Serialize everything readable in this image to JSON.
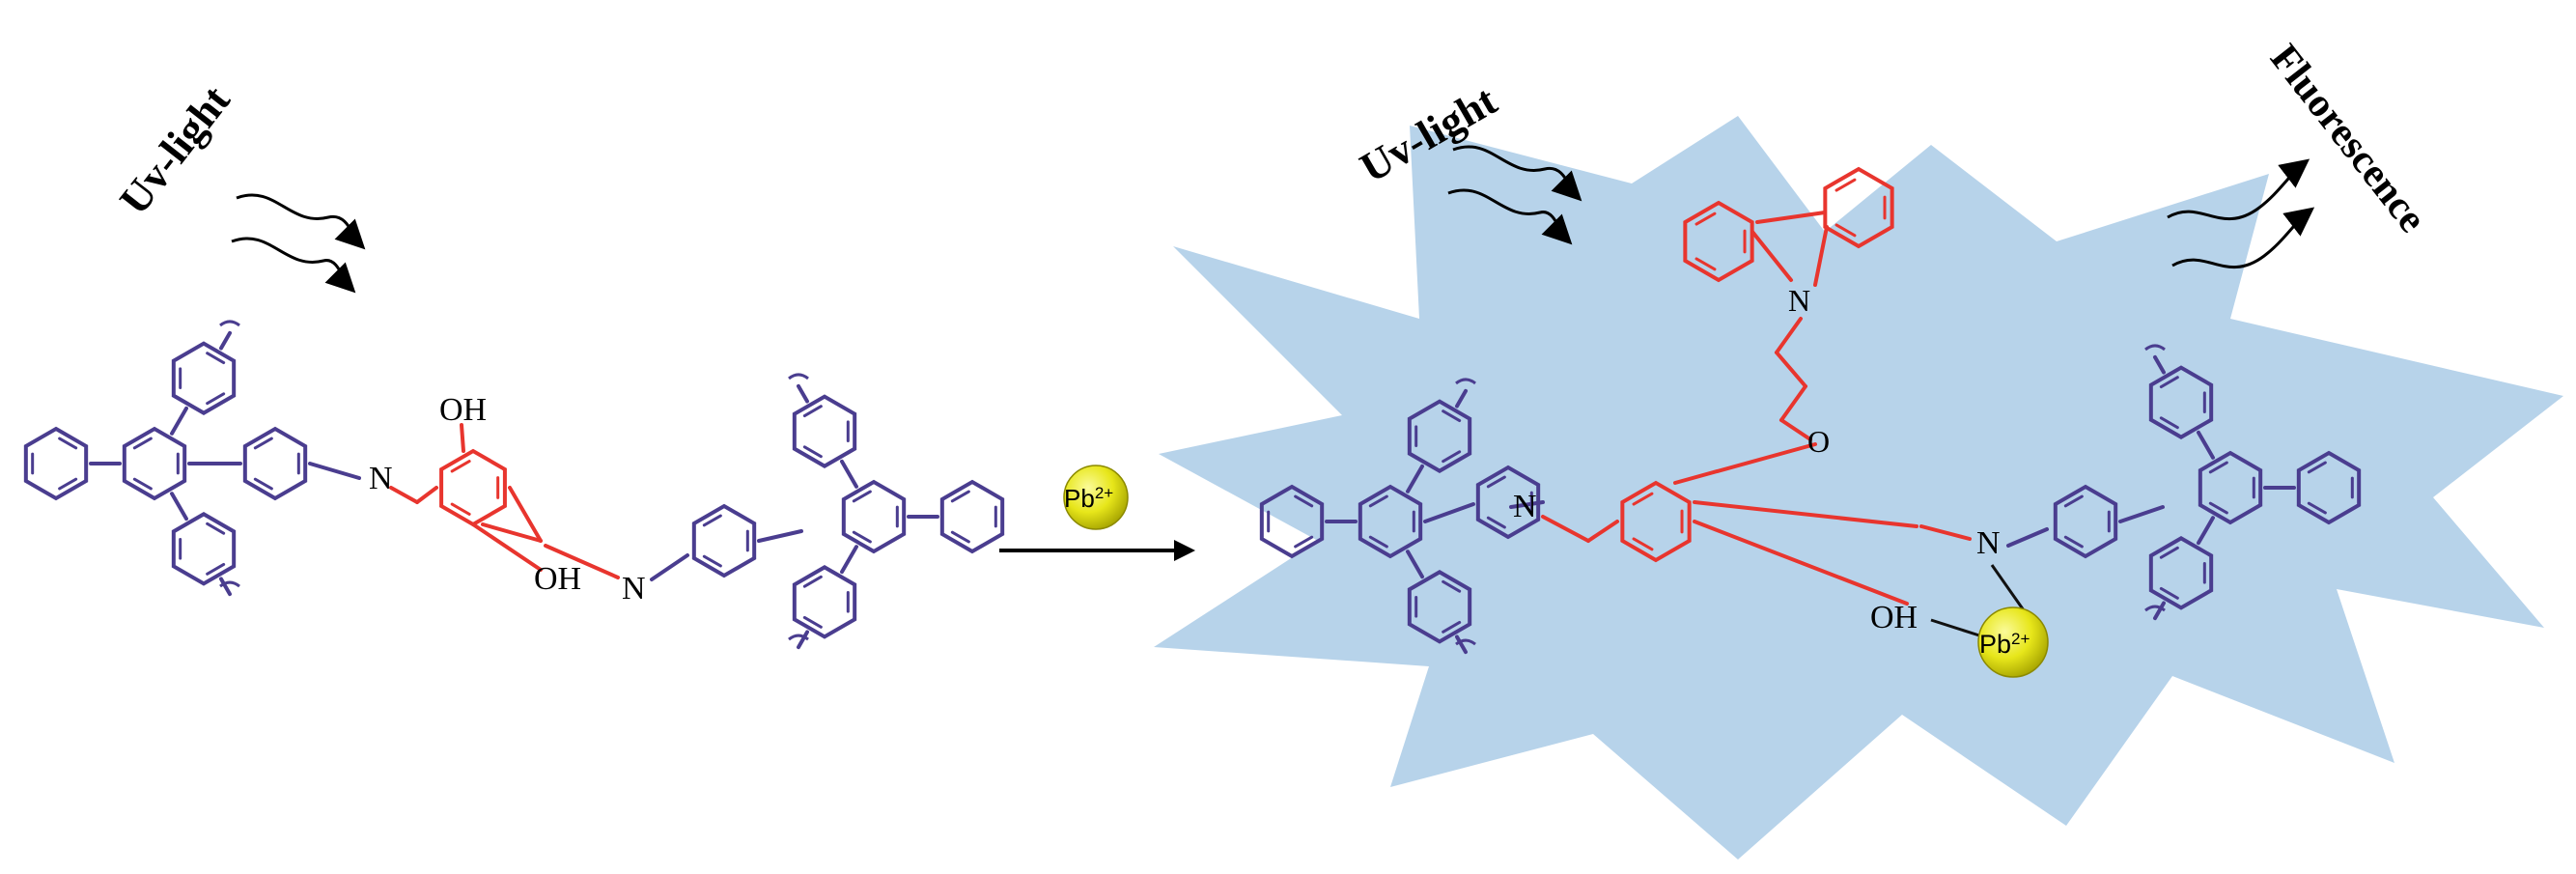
{
  "colors": {
    "framework": "#4a3d8f",
    "linker": "#e8352e",
    "burst": "#b7d3ea",
    "ion_fill": "#e7e61a",
    "arrow": "#000000"
  },
  "left_panel": {
    "uv_label": "Uv-light",
    "atoms": {
      "n1": "N",
      "n2": "N",
      "oh1": "OH",
      "oh2": "OH"
    }
  },
  "reaction_arrow": {
    "reagent": "Pb",
    "reagent_charge": "2+"
  },
  "right_panel": {
    "uv_label": "Uv-light",
    "emission_label": "Fluorescence",
    "atoms": {
      "n1": "N",
      "n2": "N",
      "n_carbazole": "N",
      "o_ether": "O",
      "oh": "OH"
    },
    "metal": "Pb",
    "metal_charge": "2+"
  }
}
